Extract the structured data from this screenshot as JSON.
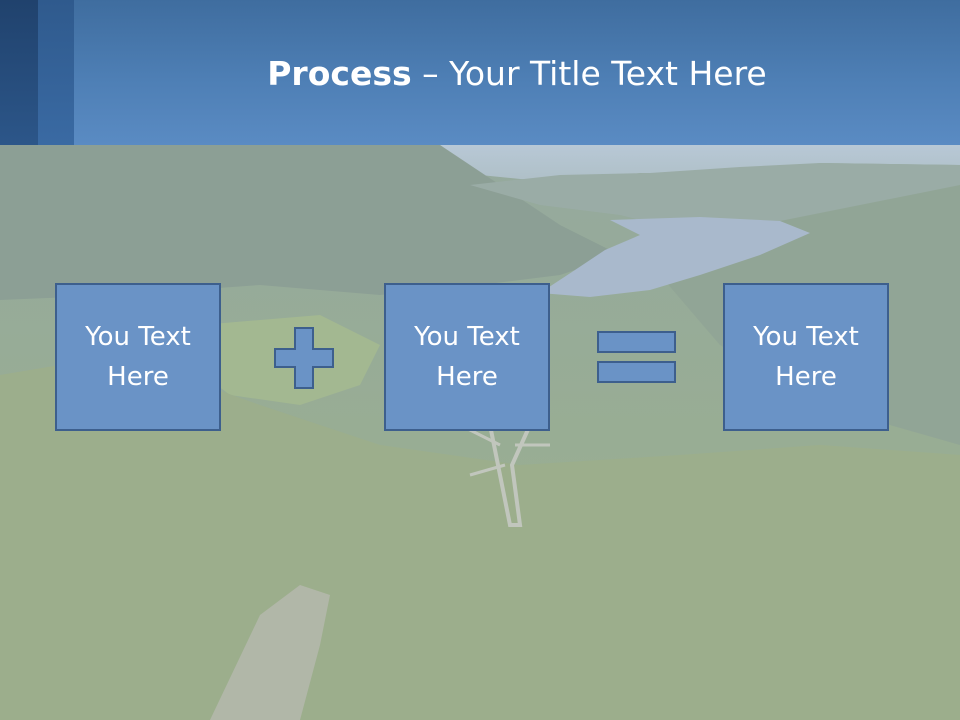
{
  "slide": {
    "title_bold": "Process",
    "title_rest": " – Your Title Text Here"
  },
  "boxes": [
    {
      "text": "You Text Here"
    },
    {
      "text": "You Text Here"
    },
    {
      "text": "You Text Here"
    }
  ],
  "operators": [
    "plus",
    "equals"
  ],
  "colors": {
    "header": "#4e7fb5",
    "header_dark": "#20426d",
    "box_fill": "#6a93c6",
    "box_border": "#3d5f8d",
    "text": "#ffffff"
  }
}
